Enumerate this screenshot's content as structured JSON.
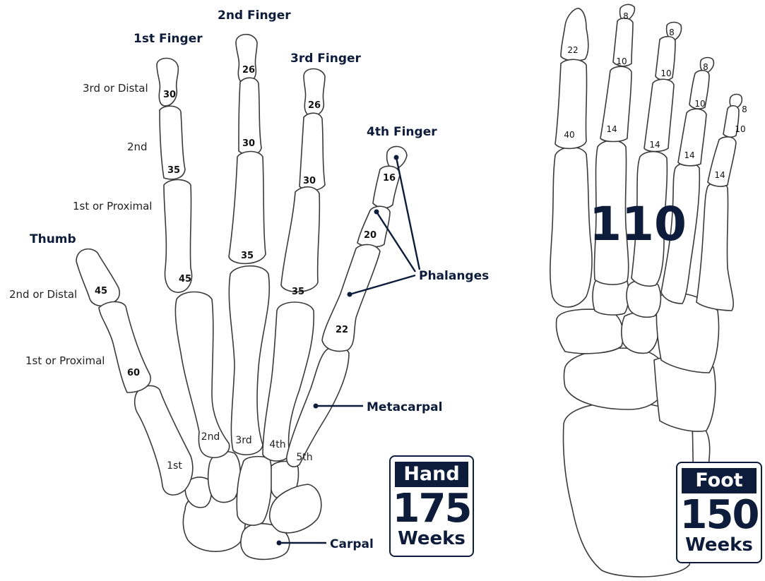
{
  "hand": {
    "fingers": {
      "thumb": "Thumb",
      "first": "1st Finger",
      "second": "2nd Finger",
      "third": "3rd Finger",
      "fourth": "4th Finger"
    },
    "segments": {
      "distal": "3rd or Distal",
      "middle": "2nd",
      "proximal": "1st or Proximal",
      "thumb_distal": "2nd or Distal",
      "thumb_proximal": "1st or Proximal"
    },
    "values": {
      "thumb_distal": "45",
      "thumb_proximal": "60",
      "f1_distal": "30",
      "f1_middle": "35",
      "f1_proximal": "45",
      "f2_distal": "26",
      "f2_middle": "30",
      "f2_proximal": "35",
      "f3_distal": "26",
      "f3_middle": "30",
      "f3_proximal": "35",
      "f4_distal": "16",
      "f4_middle": "20",
      "f4_proximal": "22"
    },
    "metacarpals": [
      "1st",
      "2nd",
      "3rd",
      "4th",
      "5th"
    ],
    "labels": {
      "phalanges": "Phalanges",
      "metacarpal": "Metacarpal",
      "carpal": "Carpal"
    },
    "badge": {
      "title": "Hand",
      "value": "175",
      "unit": "Weeks"
    }
  },
  "foot": {
    "values": {
      "t1_distal": "22",
      "t1_proximal": "40",
      "t2_distal": "8",
      "t2_middle": "10",
      "t2_proximal": "14",
      "t3_distal": "8",
      "t3_middle": "10",
      "t3_proximal": "14",
      "t4_distal": "8",
      "t4_middle": "10",
      "t4_proximal": "14",
      "t5_distal": "8",
      "t5_middle": "10",
      "t5_proximal": "14"
    },
    "metatarsal_value": "110",
    "badge": {
      "title": "Foot",
      "value": "150",
      "unit": "Weeks"
    }
  },
  "colors": {
    "navy": "#0d1c3a",
    "bone_outline": "#3a3a3a",
    "bone_fill": "#ffffff"
  }
}
